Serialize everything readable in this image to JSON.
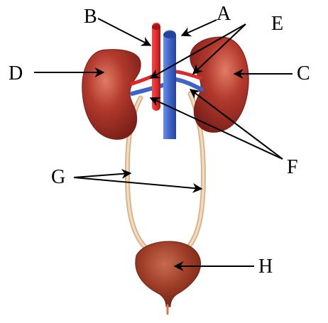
{
  "diagram": {
    "labels": {
      "A": "A",
      "B": "B",
      "C": "C",
      "D": "D",
      "E": "E",
      "F": "F",
      "G": "G",
      "H": "H"
    },
    "colors": {
      "kidney": "#a9322a",
      "kidney_highlight": "#d9604d",
      "artery": "#d92b2b",
      "vein": "#3e64c6",
      "ureter": "#e6c8a6",
      "bladder": "#9b3a26",
      "arrow": "#000000"
    }
  }
}
